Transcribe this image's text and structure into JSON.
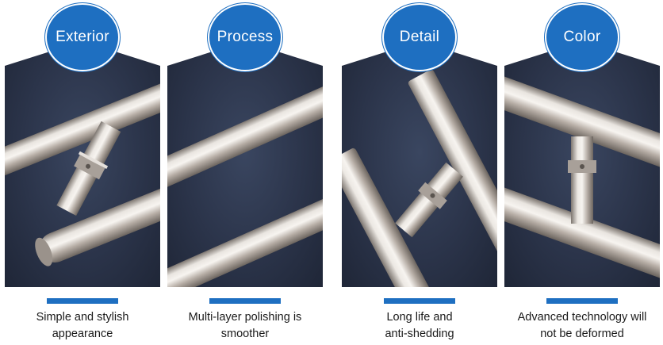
{
  "colors": {
    "accent": "#1e6fc1",
    "panel_bg": "#2b344a",
    "steel": "#cfc9c3",
    "caption_text": "#1a1a1a"
  },
  "features": [
    {
      "title": "Exterior",
      "caption_lines": [
        "Simple and stylish",
        "appearance"
      ],
      "image": "t-bar-handle-closeup"
    },
    {
      "title": "Process",
      "caption_lines": [
        "Multi-layer polishing is",
        "smoother"
      ],
      "image": "polished-steel-tubes"
    },
    {
      "title": "Detail",
      "caption_lines": [
        "Long life and",
        "anti-shedding"
      ],
      "image": "handle-joint-closeup"
    },
    {
      "title": "Color",
      "caption_lines": [
        "Advanced technology will",
        "not be deformed"
      ],
      "image": "brushed-nickel-finish"
    }
  ]
}
